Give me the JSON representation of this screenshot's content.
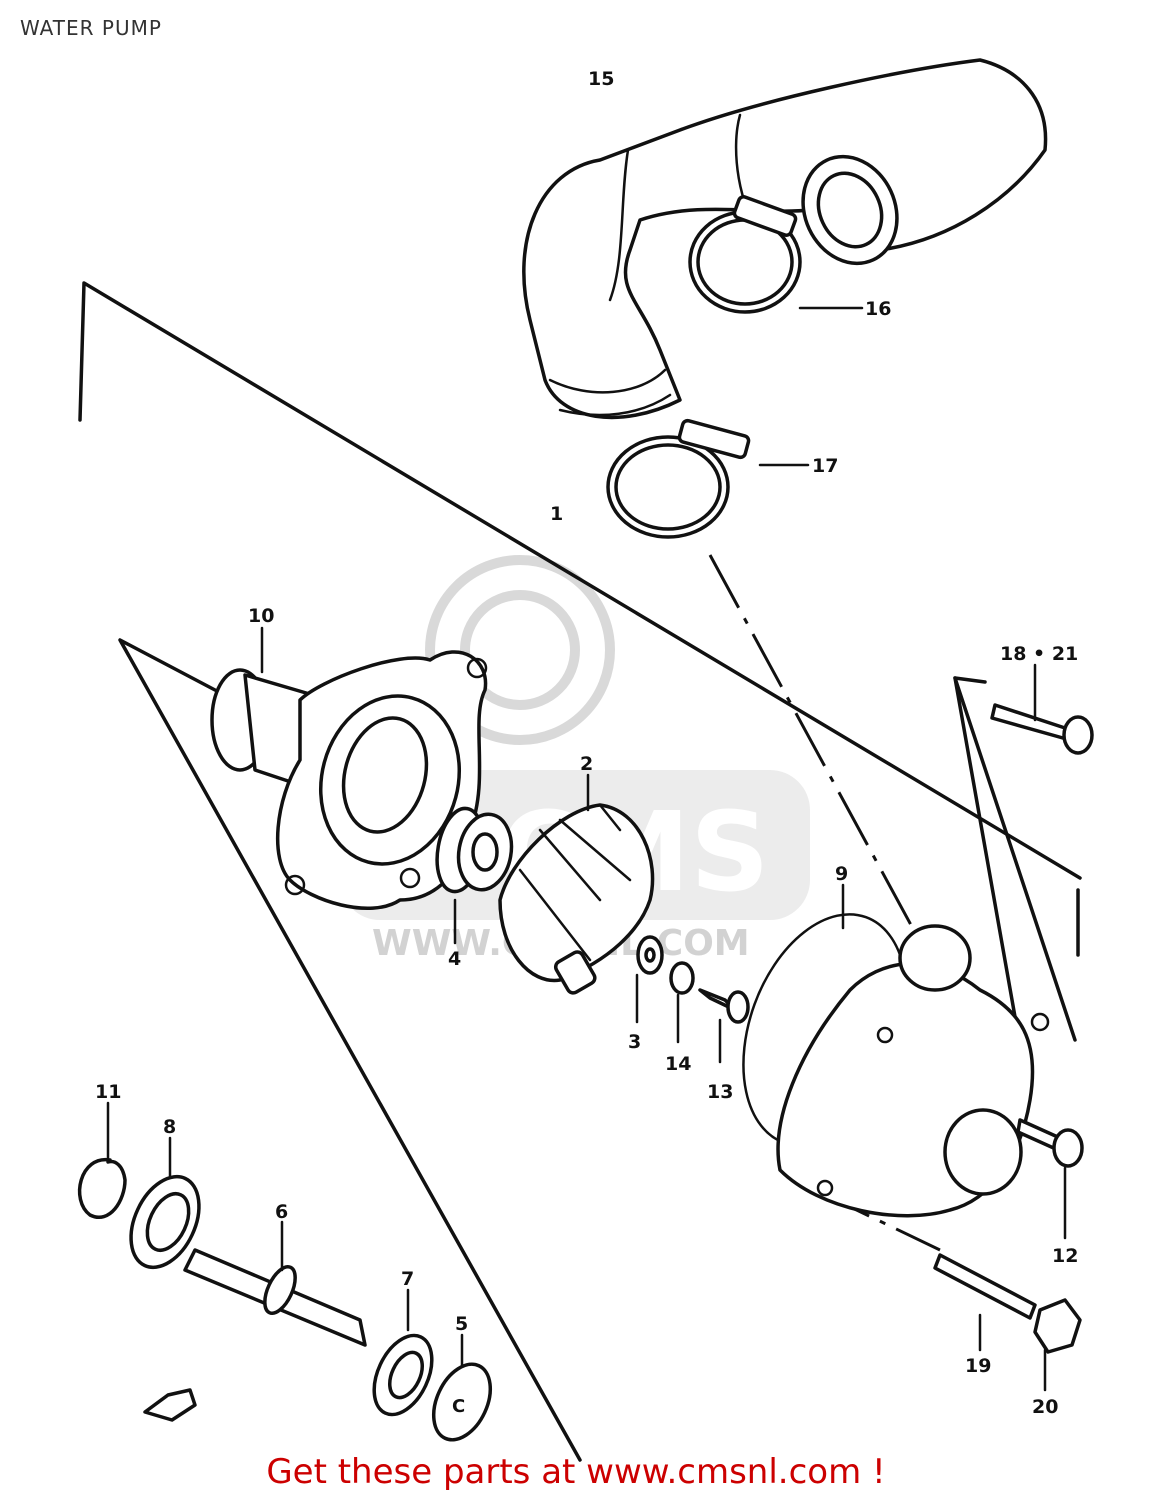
{
  "title": "WATER PUMP",
  "footer": "Get these parts at www.cmsnl.com !",
  "watermark": {
    "main": "CMS",
    "url": "WWW.CMSNL.COM"
  },
  "callouts": {
    "c1": "1",
    "c2": "2",
    "c3": "3",
    "c4": "4",
    "c5": "5",
    "c6": "6",
    "c7": "7",
    "c8": "8",
    "c9": "9",
    "c10": "10",
    "c11": "11",
    "c12": "12",
    "c13": "13",
    "c14": "14",
    "c15": "15",
    "c16": "16",
    "c17": "17",
    "c18_21": "18 • 21",
    "c19": "19",
    "c20": "20"
  },
  "colors": {
    "footer": "#cc0000",
    "lines": "#111111",
    "watermark": "#d9d9d9"
  }
}
